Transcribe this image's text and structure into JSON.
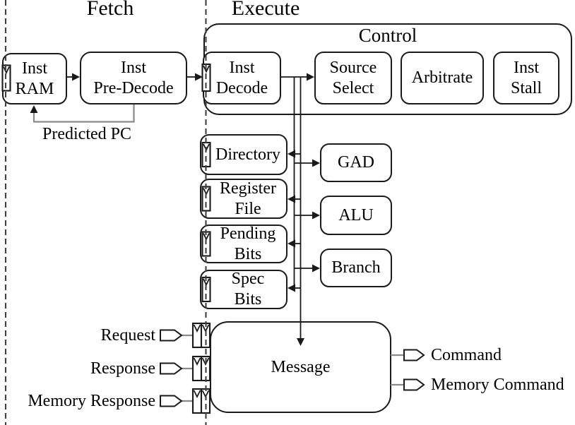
{
  "stages": {
    "fetch": "Fetch",
    "execute": "Execute"
  },
  "control_group": "Control",
  "blocks": {
    "inst_ram": "Inst\nRAM",
    "inst_pre_decode": "Inst\nPre-Decode",
    "inst_decode": "Inst\nDecode",
    "source_select": "Source\nSelect",
    "arbitrate": "Arbitrate",
    "inst_stall": "Inst\nStall",
    "directory": "Directory",
    "register_file": "Register\nFile",
    "pending_bits": "Pending\nBits",
    "spec_bits": "Spec\nBits",
    "gad": "GAD",
    "alu": "ALU",
    "branch": "Branch",
    "message": "Message"
  },
  "wires": {
    "predicted_pc": "Predicted PC"
  },
  "ports": {
    "inputs": [
      "Request",
      "Response",
      "Memory Response"
    ],
    "outputs": [
      "Command",
      "Memory Command"
    ]
  },
  "icons": {
    "latch": "pipeline-latch-icon (rectangle with V clock wedge)",
    "double_latch": "double-pipeline-latch-icon",
    "port": "port-arrow-icon (pentagon signal connector)"
  },
  "colors": {
    "line": "#1a1a1a",
    "gray_wire": "#8a8a8a",
    "dash": "#3f3f3f",
    "background": "#ffffff",
    "text": "#000000"
  }
}
